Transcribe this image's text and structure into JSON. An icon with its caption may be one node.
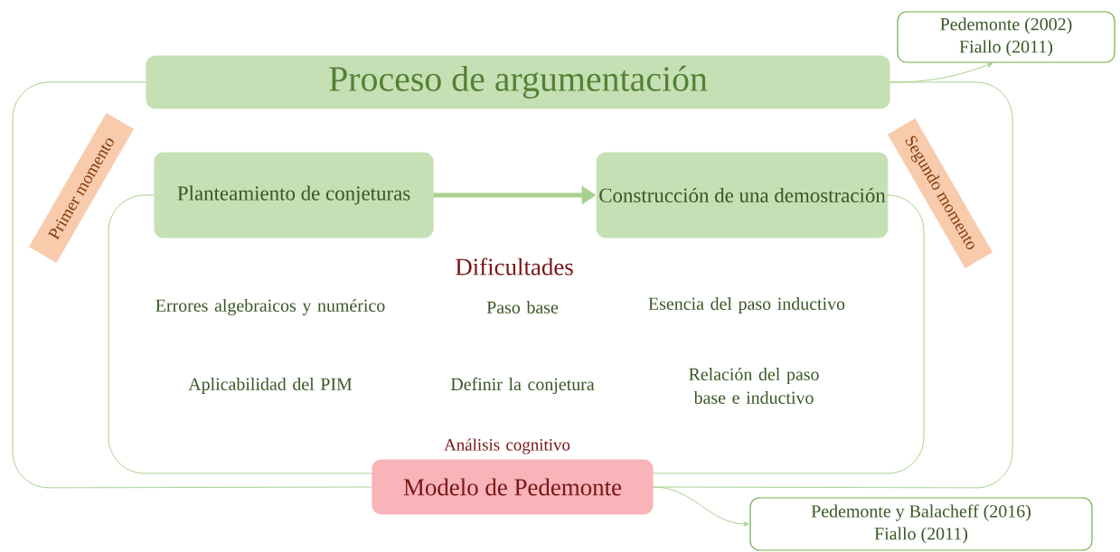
{
  "diagram": {
    "nodes": [
      {
        "text": [
          "Proceso de argumentación"
        ]
      },
      {
        "text": [
          "Pedemonte (2002)",
          "Fiallo (2011)"
        ]
      },
      {
        "text": [
          "Planteamiento de conjeturas"
        ]
      },
      {
        "text": [
          "Construcción de una demostración"
        ]
      },
      {
        "text": [
          "Modelo de Pedemonte"
        ]
      },
      {
        "text": [
          "Pedemonte y Balacheff (2016)",
          "Fiallo (2011)"
        ]
      },
      {
        "text": [
          "Primer momento"
        ]
      },
      {
        "text": [
          "Segundo momento"
        ]
      }
    ],
    "edges": [
      {
        "from": 0,
        "to": 1,
        "arrow": "to"
      },
      {
        "from": 0,
        "to": 4,
        "arrow": "none"
      },
      {
        "from": 0,
        "to": 4,
        "arrow": "none"
      },
      {
        "from": 2,
        "to": 4,
        "arrow": "none"
      },
      {
        "from": 3,
        "to": 4,
        "arrow": "none"
      },
      {
        "from": 2,
        "to": 3,
        "arrow": "to",
        "style": "thick"
      },
      {
        "from": 4,
        "to": 5,
        "arrow": "to"
      }
    ],
    "labels": [
      "Dificultades",
      "Errores algebraicos y numérico",
      "Paso base",
      "Esencia del paso inductivo",
      "Aplicabilidad del PIM",
      "Definir la conjetura",
      "Relación del paso base e inductivo",
      "Análisis cognitivo"
    ]
  }
}
